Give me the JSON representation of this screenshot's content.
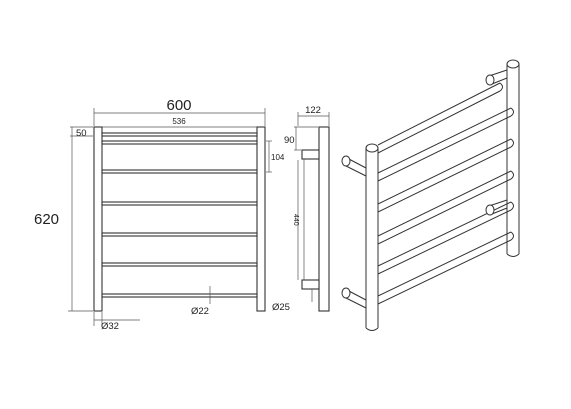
{
  "front_view": {
    "overall_width": "600",
    "inner_width": "536",
    "top_offset": "50",
    "overall_height": "620",
    "rail_spacing": "104",
    "bar_diameter": "Ø22",
    "post_diameter": "Ø32"
  },
  "side_view": {
    "depth": "122",
    "bracket_offset": "90",
    "mount_height": "440",
    "bracket_diameter": "Ø25"
  },
  "colors": {
    "line": "#333333",
    "background": "#ffffff"
  }
}
